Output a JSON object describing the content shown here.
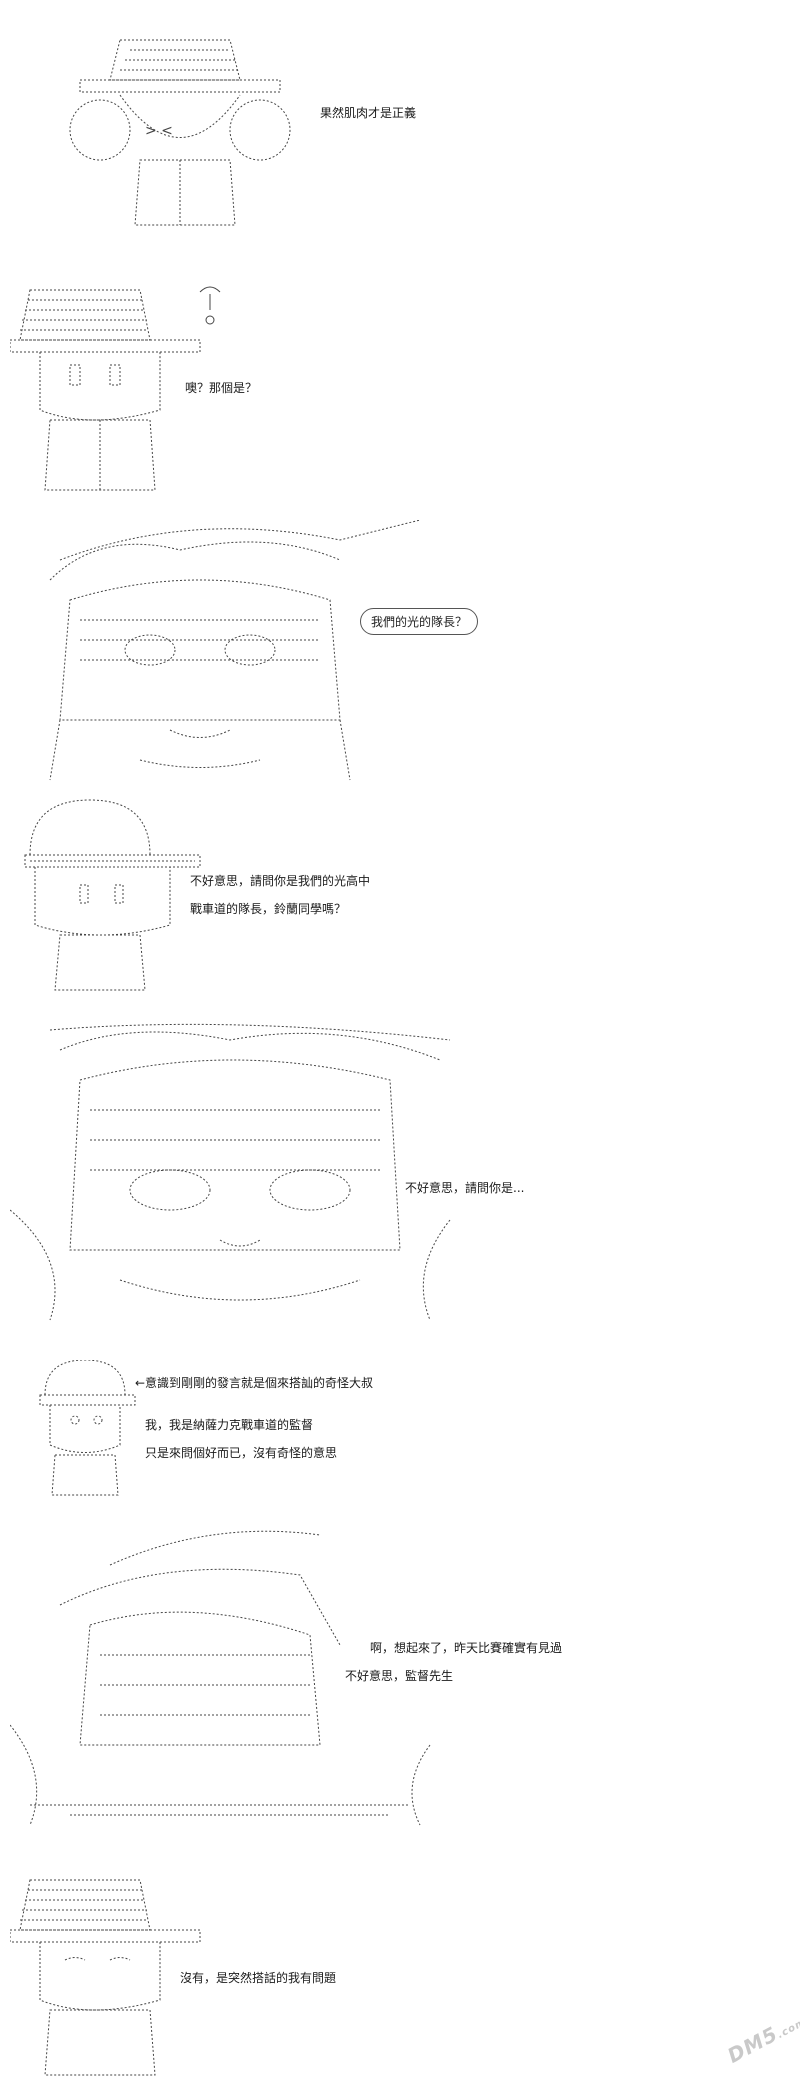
{
  "colors": {
    "ink": "#333333",
    "watermark": "#c9c9c9"
  },
  "panels": [
    {
      "lines": [
        "果然肌肉才是正義"
      ]
    },
    {
      "lines": [
        "噢？那個是？"
      ]
    },
    {
      "lines": [
        "我們的光的隊長？"
      ]
    },
    {
      "lines": [
        "不好意思，請問你是我們的光高中",
        "戰車道的隊長，鈴蘭同學嗎？"
      ]
    },
    {
      "lines": [
        "不好意思，請問你是..."
      ]
    },
    {
      "lines": [
        "←意識到剛剛的發言就是個來搭訕的奇怪大叔",
        "我，我是納薩力克戰車道的監督",
        "只是來問個好而已，沒有奇怪的意思"
      ]
    },
    {
      "lines": [
        "啊，想起來了，昨天比賽確實有見過",
        "不好意思，監督先生"
      ]
    },
    {
      "lines": [
        "沒有，是突然搭話的我有問題"
      ]
    }
  ],
  "watermark": {
    "label": "DM5",
    "suffix": ".com",
    "icon": "dm5-logo-icon"
  }
}
